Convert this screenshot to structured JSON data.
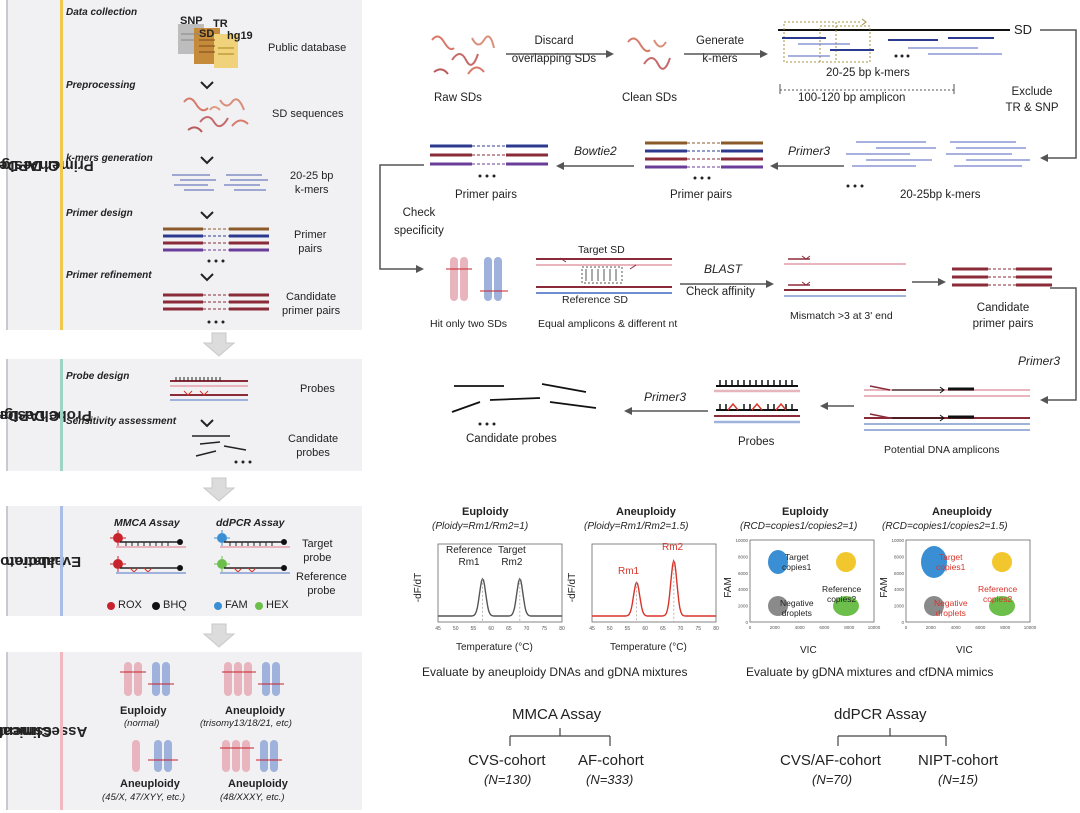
{
  "left": {
    "primer_design": {
      "title_line1": "ChAPDes",
      "title_line2": "Primer Design",
      "steps": {
        "data_collection": "Data collection",
        "preprocessing": "Preprocessing",
        "kmers_generation": "k-mers generation",
        "primer_design": "Primer design",
        "primer_refinement": "Primer refinement"
      },
      "db_labels": {
        "snp": "SNP",
        "tr": "TR",
        "sd": "SD",
        "hg19": "hg19"
      },
      "outputs": {
        "public_database": "Public database",
        "sd_sequences": "SD sequences",
        "kmers_line1": "20-25 bp",
        "kmers_line2": "k-mers",
        "primer_pairs_line1": "Primer",
        "primer_pairs_line2": "pairs",
        "candidate_line1": "Candidate",
        "candidate_line2": "primer pairs"
      }
    },
    "probe_design": {
      "title_line1": "ChAPDes",
      "title_line2": "Probe Design",
      "steps": {
        "probe_design": "Probe design",
        "sensitivity": "Sensitivity assessment"
      },
      "outputs": {
        "probes": "Probes",
        "candidate_line1": "Candidate",
        "candidate_line2": "probes"
      }
    },
    "lab_eval": {
      "title_line1": "Laboratory",
      "title_line2": "Evaluation",
      "mmca": "MMCA Assay",
      "ddpcr": "ddPCR Assay",
      "target_line1": "Target",
      "target_line2": "probe",
      "reference_line1": "Reference",
      "reference_line2": "probe",
      "legend": {
        "rox": "ROX",
        "bhq": "BHQ",
        "fam": "FAM",
        "hex": "HEX"
      }
    },
    "clinical": {
      "title_line1": "Clinical",
      "title_line2": "Assessment",
      "euploidy": "Euploidy",
      "euploidy_sub": "(normal)",
      "aneuploidy": "Aneuploidy",
      "aneuploidy_sub1": "(trisomy13/18/21, etc)",
      "aneuploidy_sub2": "(45/X, 47/XYY, etc.)",
      "aneuploidy_sub3": "(48/XXXY, etc.)"
    }
  },
  "right": {
    "row1": {
      "raw_sds": "Raw SDs",
      "discard_line1": "Discard",
      "discard_line2": "overlapping SDs",
      "clean_sds": "Clean SDs",
      "generate_line1": "Generate",
      "generate_line2": "k-mers",
      "sd": "SD",
      "kmers_range": "20-25 bp k-mers",
      "amplicon": "100-120 bp amplicon",
      "exclude_line1": "Exclude",
      "exclude_line2": "TR & SNP"
    },
    "row2": {
      "primer_pairs_a": "Primer pairs",
      "bowtie2": "Bowtie2",
      "primer_pairs_b": "Primer pairs",
      "primer3": "Primer3",
      "kmers": "20-25bp k-mers",
      "check_line1": "Check",
      "check_line2": "specificity"
    },
    "row3": {
      "hit_two": "Hit only two SDs",
      "target_sd": "Target SD",
      "reference_sd": "Reference SD",
      "equal_amplicons": "Equal amplicons & different nt",
      "blast": "BLAST",
      "check_affinity": "Check affinity",
      "mismatch": "Mismatch >3 at 3' end",
      "candidate_line1": "Candidate",
      "candidate_line2": "primer pairs"
    },
    "row4": {
      "primer3_a": "Primer3",
      "candidate_probes": "Candidate probes",
      "primer3_b": "Primer3",
      "probes": "Probes",
      "potential_amplicons": "Potential DNA amplicons"
    },
    "plots": {
      "euploidy": "Euploidy",
      "aneuploidy": "Aneuploidy",
      "ploidy_eu": "(Ploidy=Rm1/Rm2=1)",
      "ploidy_an": "(Ploidy=Rm1/Rm2=1.5)",
      "rcd_eu": "(RCD=copies1/copies2=1)",
      "rcd_an": "(RCD=copies1/copies2=1.5)",
      "ylabel_melt": "-dF/dT",
      "xlabel_melt": "Temperature (°C)",
      "ref_rm1_line1": "Reference",
      "ref_rm1_line2": "Rm1",
      "tgt_rm2_line1": "Target",
      "tgt_rm2_line2": "Rm2",
      "rm1": "Rm1",
      "rm2": "Rm2",
      "ylabel_dd": "FAM",
      "xlabel_dd": "VIC",
      "target_copies_line1": "Target",
      "target_copies_line2": "copies1",
      "reference_copies_line1": "Reference",
      "reference_copies_line2": "copies2",
      "negative_line1": "Negative",
      "negative_line2": "droplets",
      "caption_mmca": "Evaluate by aneuploidy DNAs and gDNA mixtures",
      "caption_dd": "Evaluate by gDNA mixtures and cfDNA mimics",
      "melt_ticks": [
        "45",
        "50",
        "55",
        "60",
        "65",
        "70",
        "75",
        "80"
      ],
      "dd_xticks": [
        "0",
        "2000",
        "4000",
        "6000",
        "8000",
        "10000"
      ],
      "dd_yticks": [
        "0",
        "2000",
        "4000",
        "6000",
        "8000",
        "10000"
      ]
    },
    "cohorts": {
      "mmca": "MMCA Assay",
      "cvs": "CVS-cohort",
      "cvs_n": "(N=130)",
      "af": "AF-cohort",
      "af_n": "(N=333)",
      "ddpcr": "ddPCR Assay",
      "cvsaf": "CVS/AF-cohort",
      "cvsaf_n": "(N=70)",
      "nipt": "NIPT-cohort",
      "nipt_n": "(N=15)"
    }
  },
  "colors": {
    "brown": "#8a5a2b",
    "navy": "#2b3a8f",
    "purple": "#6a3d9a",
    "maroon": "#8b2b3a",
    "pink": "#e8b4bd",
    "lightblue": "#9fb2dc",
    "red": "#d8342a",
    "rox": "#c8232c",
    "bhq": "#111111",
    "fam": "#3a8fd4",
    "hex": "#6cbf4b",
    "yellow": "#f2c72e",
    "gray": "#8a8a8a"
  }
}
